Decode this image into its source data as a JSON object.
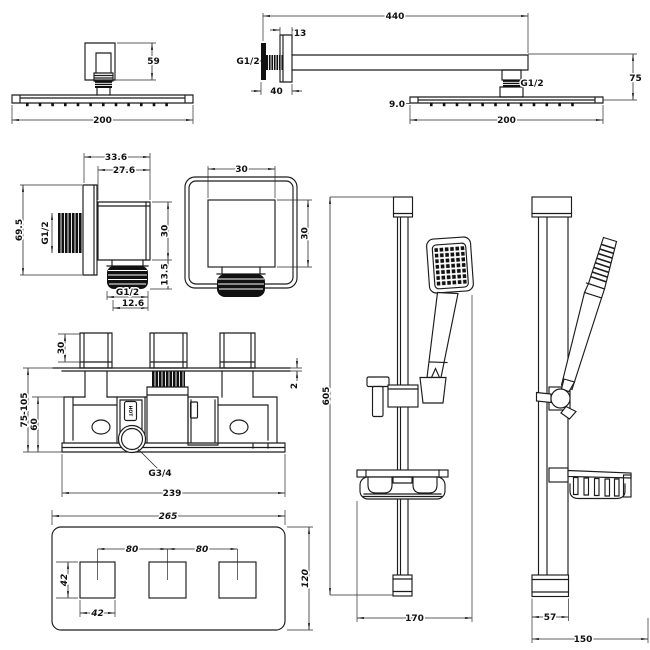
{
  "drawing_colors": {
    "line": "#1c1c1c",
    "background": "#ffffff"
  },
  "views": {
    "head_side": {
      "height": "59",
      "width": "200"
    },
    "arm": {
      "length": "440",
      "escutcheon": "13",
      "wall_thread": "G1/2",
      "wall_offset": "40",
      "head_thread": "G1/2",
      "head_thickness": "9.0",
      "drop": "75",
      "head_width": "200"
    },
    "elbow": {
      "overall_width": "33.6",
      "body_width": "27.6",
      "overall_height": "69.5",
      "inlet_thread": "G1/2",
      "body_height": "30",
      "outlet_length": "13.5",
      "outlet_thread": "G1/2",
      "outlet_width": "12.6"
    },
    "outlet": {
      "face_width": "30",
      "face_height": "30"
    },
    "valve": {
      "stem_height": "30",
      "plate_gap": "2",
      "depth_range": "75-105",
      "body_height": "60",
      "port_thread": "G3/4",
      "body_width": "239",
      "hot_marking": "HOT"
    },
    "trim": {
      "width": "265",
      "spacing_1": "80",
      "spacing_2": "80",
      "hole_height": "42",
      "hole_width": "42",
      "height": "120"
    },
    "rail_front": {
      "height": "605",
      "width": "170"
    },
    "rail_side": {
      "cap_width": "57",
      "depth": "150"
    }
  }
}
